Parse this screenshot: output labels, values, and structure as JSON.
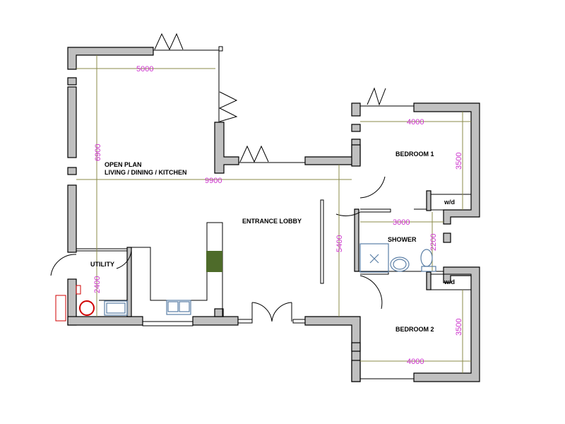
{
  "plan": {
    "rooms": {
      "open_plan_line1": "OPEN PLAN",
      "open_plan_line2": "LIVING / DINING / KITCHEN",
      "entrance_lobby": "ENTRANCE LOBBY",
      "utility": "UTILITY",
      "shower": "SHOWER",
      "bedroom1": "BEDROOM 1",
      "bedroom2": "BEDROOM 2",
      "wardrobe1": "w/d",
      "wardrobe2": "w/d"
    },
    "dimensions": {
      "open_plan_width": "5000",
      "open_plan_depth": "6900",
      "overall_width": "9900",
      "lobby_depth": "5400",
      "utility_depth": "2400",
      "bedroom1_width": "4000",
      "bedroom1_depth": "3500",
      "shower_width": "3000",
      "shower_depth": "2200",
      "bedroom2_width": "4000",
      "bedroom2_depth": "3500"
    },
    "colors": {
      "wall": "#c0c0c0",
      "dimension_line": "#8b8b4a",
      "dimension_text": "#cc33cc",
      "sanitary": "#5b7fa6",
      "hob": "#4e6b2a",
      "boiler": "#d00000"
    }
  }
}
